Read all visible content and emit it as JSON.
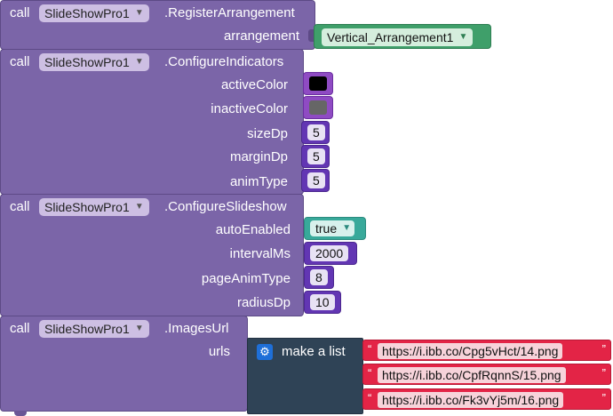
{
  "blocks": {
    "register": {
      "call": "call",
      "component": "SlideShowPro1",
      "method": ".RegisterArrangement",
      "arg_label": "arrangement",
      "arg_value": "Vertical_Arrangement1"
    },
    "indicators": {
      "call": "call",
      "component": "SlideShowPro1",
      "method": ".ConfigureIndicators",
      "args": [
        {
          "label": "activeColor",
          "color": "#000000"
        },
        {
          "label": "inactiveColor",
          "color": "#666666"
        },
        {
          "label": "sizeDp",
          "value": "5"
        },
        {
          "label": "marginDp",
          "value": "5"
        },
        {
          "label": "animType",
          "value": "5"
        }
      ]
    },
    "slideshow": {
      "call": "call",
      "component": "SlideShowPro1",
      "method": ".ConfigureSlideshow",
      "args": [
        {
          "label": "autoEnabled",
          "value": "true"
        },
        {
          "label": "intervalMs",
          "value": "2000"
        },
        {
          "label": "pageAnimType",
          "value": "8"
        },
        {
          "label": "radiusDp",
          "value": "10"
        }
      ]
    },
    "images": {
      "call": "call",
      "component": "SlideShowPro1",
      "method": ".ImagesUrl",
      "arg_label": "urls",
      "make_list": "make a list",
      "quote_open": "“",
      "quote_close": "”",
      "urls": [
        "https://i.ibb.co/Cpg5vHct/14.png",
        "https://i.ibb.co/CpfRqnnS/15.png",
        "https://i.ibb.co/Fk3vYj5m/16.png"
      ]
    }
  },
  "icons": {
    "dropdown": "chevron-down-icon",
    "mutator": "gear-icon"
  },
  "colors": {
    "procedure_block": "#7b65a8",
    "number_block": "#6236b3",
    "boolean_block": "#38a99a",
    "component_block": "#3f9f6a",
    "list_block": "#2f4356",
    "text_block": "#e32446"
  }
}
